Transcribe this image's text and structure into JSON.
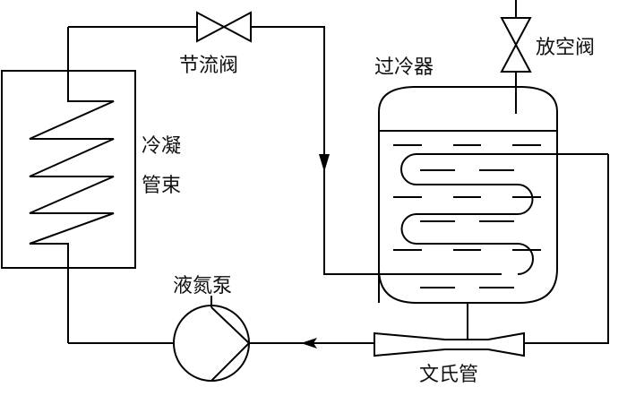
{
  "diagram": {
    "type": "process-flow-schematic",
    "components": {
      "condenser_bundle": {
        "label_line1": "冷凝",
        "label_line2": "管束"
      },
      "throttle_valve": {
        "label": "节流阀"
      },
      "subcooler": {
        "label": "过冷器"
      },
      "vent_valve": {
        "label": "放空阀"
      },
      "liquid_nitrogen_pump": {
        "label": "液氮泵"
      },
      "venturi_tube": {
        "label": "文氏管"
      }
    },
    "flow_arrows": [
      {
        "location": "line from throttle valve to subcooler",
        "direction": "down"
      },
      {
        "location": "line from venturi tube to pump",
        "direction": "left"
      }
    ],
    "colors": {
      "stroke": "#000000",
      "background": "#ffffff"
    }
  }
}
